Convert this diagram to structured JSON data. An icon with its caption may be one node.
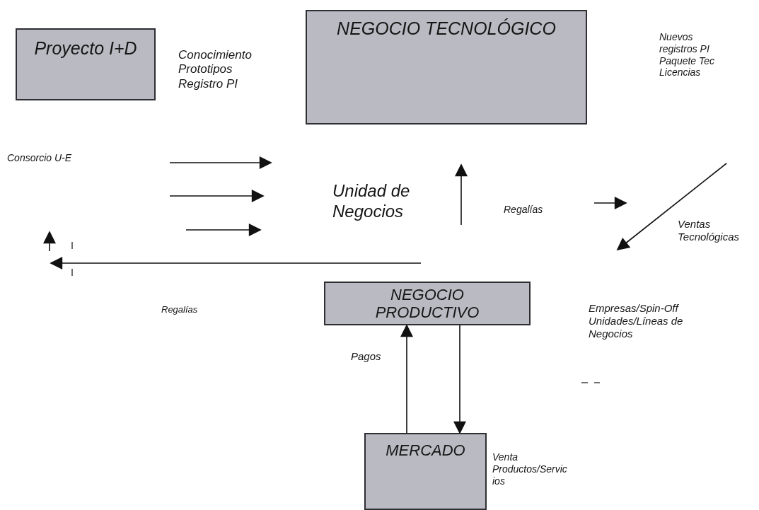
{
  "diagram": {
    "nodes": [
      {
        "text": [
          "Proyecto I+D"
        ]
      },
      {
        "text": [
          "NEGOCIO TECNOLÓGICO"
        ]
      },
      {
        "text": [
          "NEGOCIO PRODUCTIVO"
        ]
      },
      {
        "text": [
          "MERCADO"
        ],
        "beside": [
          "Venta Productos/Servic ios"
        ]
      }
    ],
    "edges": [
      {
        "from": 3,
        "to": 2,
        "arrow": "to",
        "label": "Pagos"
      },
      {
        "from": 2,
        "to": 3,
        "arrow": "to"
      }
    ],
    "labels": [
      "Conocimiento Prototipos Registro PI",
      "Nuevos registros PI Paquete Tec Licencias",
      "Consorcio U-E",
      "Unidad de Negocios",
      "Regalías",
      "Ventas Tecnológicas",
      "Regalías",
      "Empresas/Spin-Off Unidades/Líneas de Negocios"
    ]
  }
}
